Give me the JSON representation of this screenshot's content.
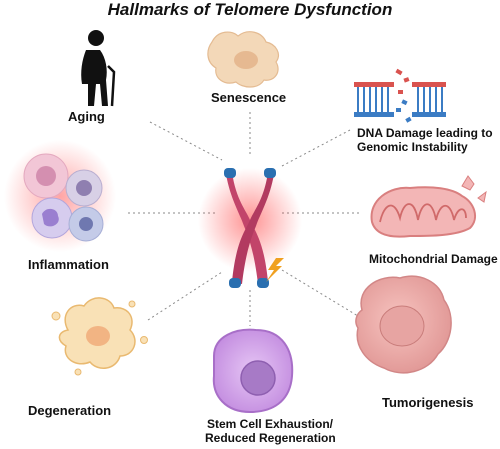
{
  "title": "Hallmarks of Telomere Dysfunction",
  "center": {
    "icon": "chromosome-icon"
  },
  "hallmarks": [
    {
      "key": "aging",
      "label": "Aging",
      "icon": "elderly-person-icon"
    },
    {
      "key": "senescence",
      "label": "Senescence",
      "icon": "senescent-cell-icon"
    },
    {
      "key": "dna",
      "label_lines": [
        "DNA Damage leading to",
        "Genomic Instability"
      ],
      "icon": "damaged-dna-icon"
    },
    {
      "key": "inflammation",
      "label": "Inflammation",
      "icon": "immune-cells-icon"
    },
    {
      "key": "mito",
      "label": "Mitochondrial Damage",
      "icon": "mitochondrion-icon"
    },
    {
      "key": "degeneration",
      "label": "Degeneration",
      "icon": "degenerating-cell-icon"
    },
    {
      "key": "stem",
      "label_lines": [
        "Stem Cell Exhaustion/",
        "Reduced Regeneration"
      ],
      "icon": "stem-cell-icon"
    },
    {
      "key": "tumor",
      "label": "Tumorigenesis",
      "icon": "tumor-cell-icon"
    }
  ],
  "colors": {
    "chromosome": "#c2446a",
    "telomere": "#2a6fb0",
    "lightning": "#f0a020",
    "dna_red": "#d9534f",
    "dna_blue": "#3b7cc4",
    "cell_beige": "#f3d8b8",
    "mito_pink": "#e88a8a",
    "stem_purple": "#c48ee0",
    "tumor_pink": "#e8a0a0",
    "degeneration_yellow": "#f6d49a"
  }
}
